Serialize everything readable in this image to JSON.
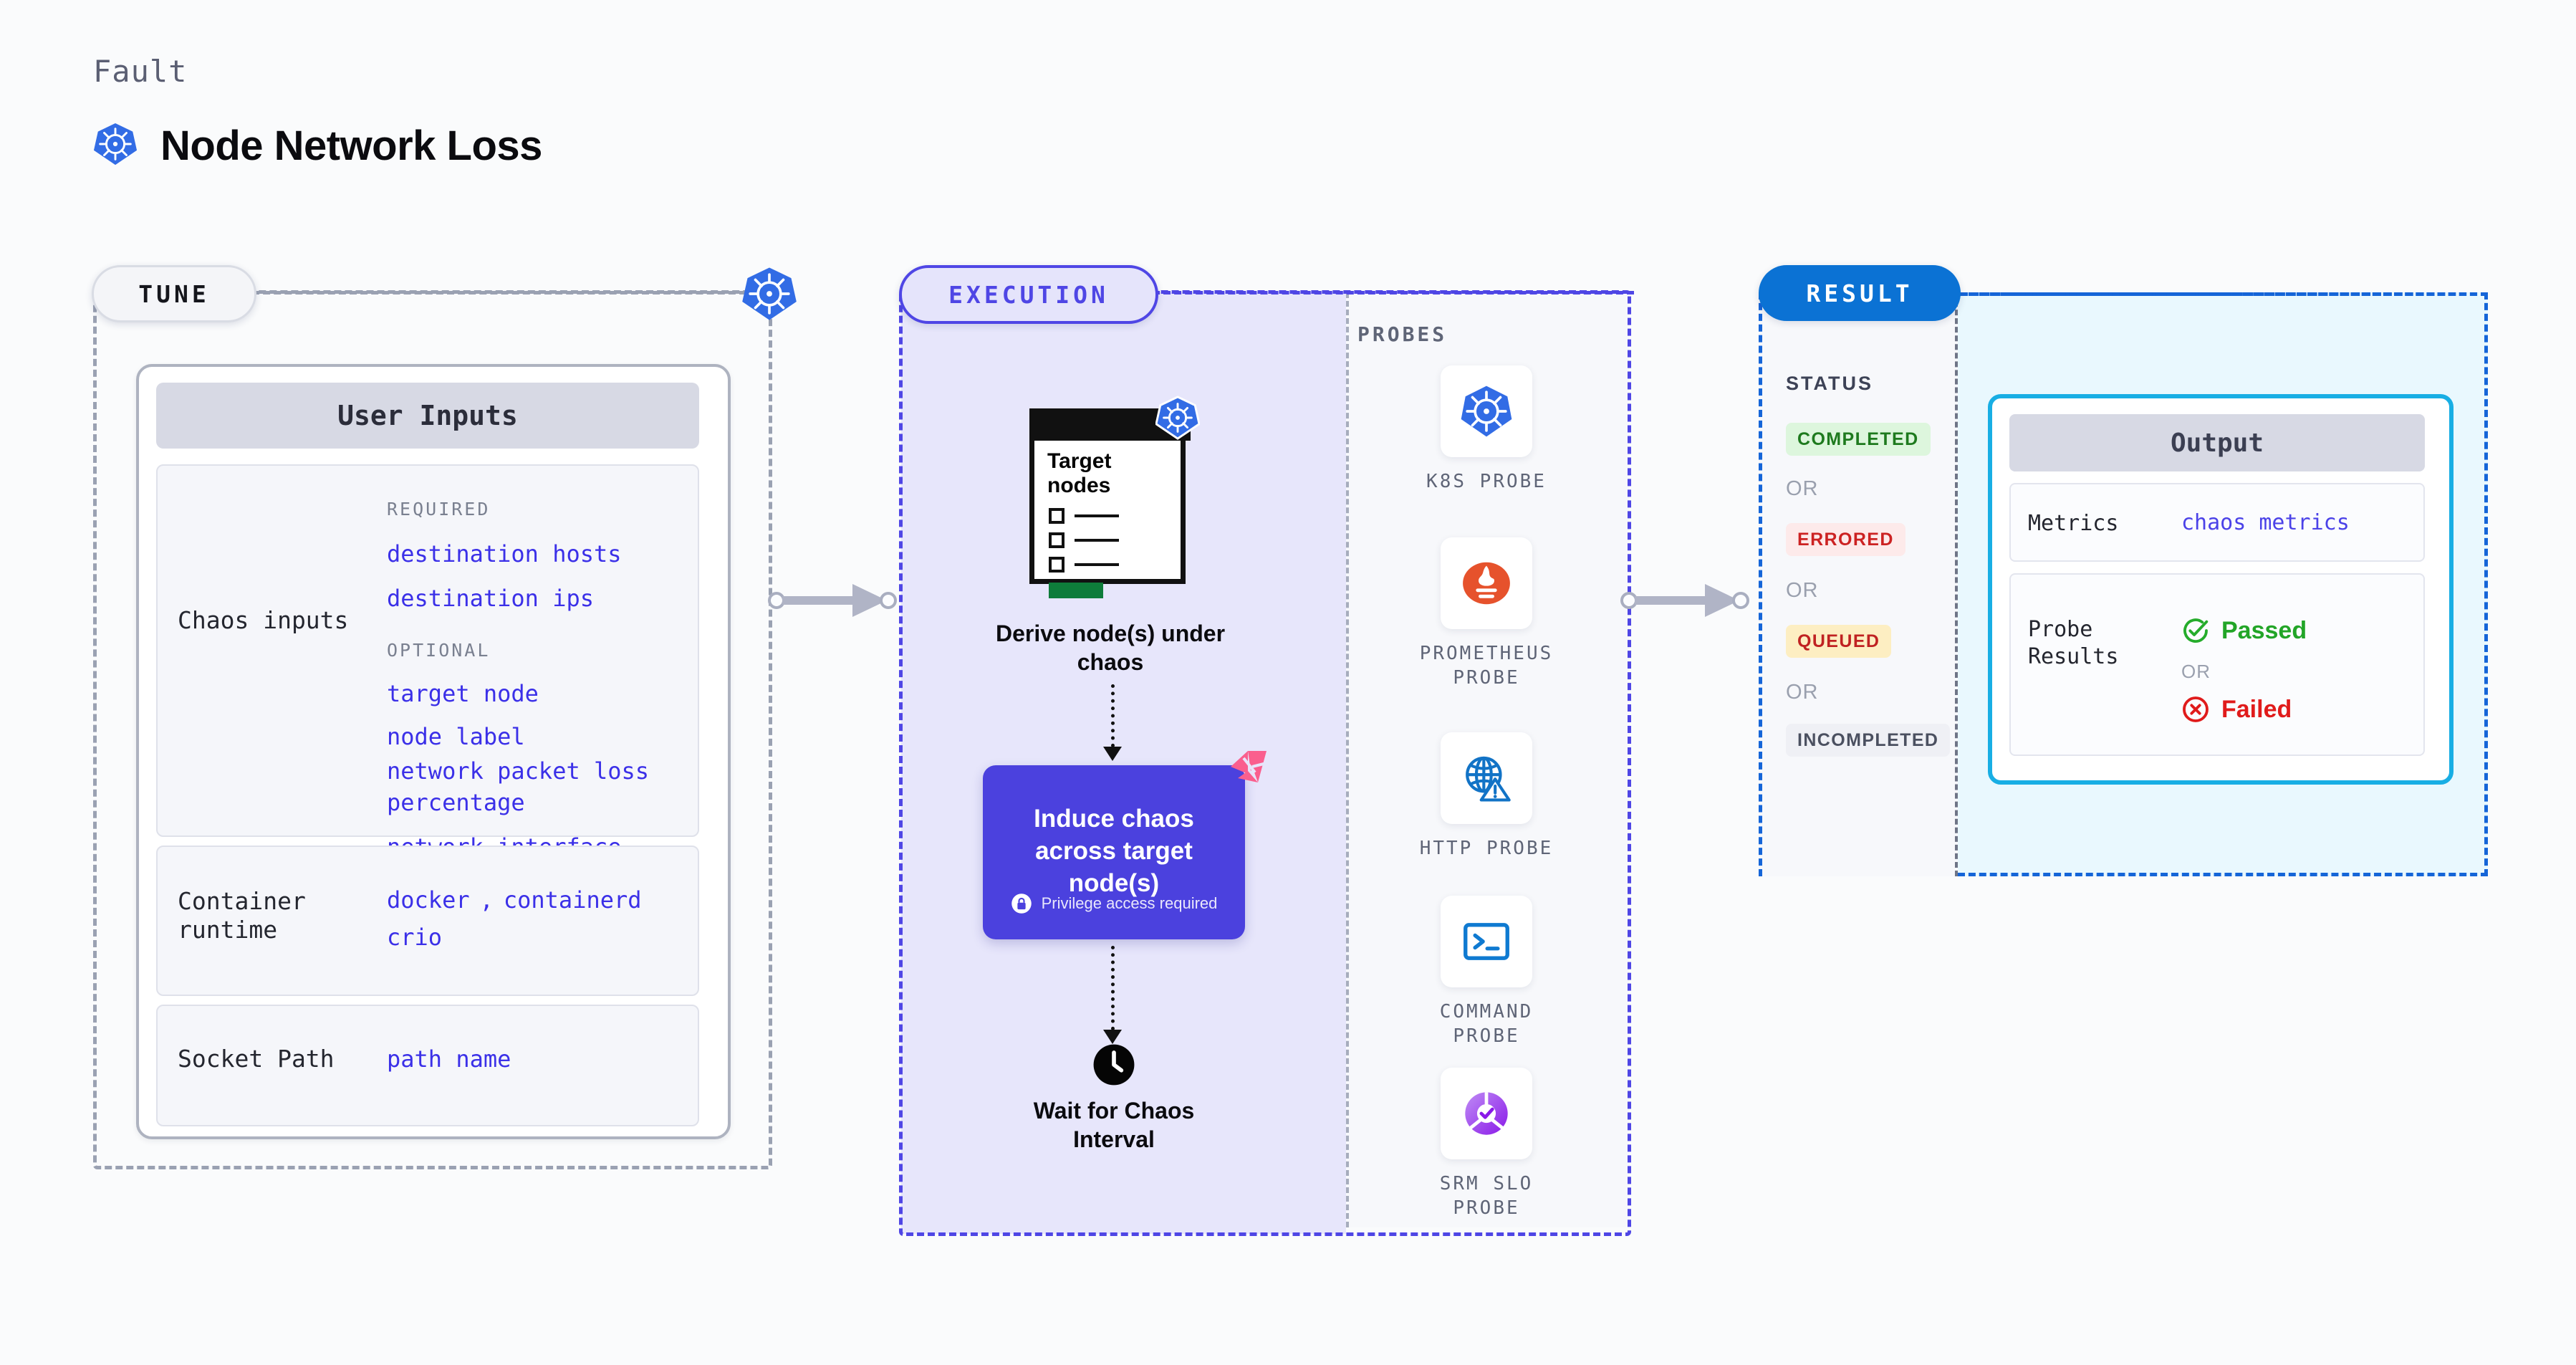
{
  "header": {
    "eyebrow": "Fault",
    "title": "Node Network Loss",
    "icon": "kubernetes-icon"
  },
  "tune": {
    "pill_label": "TUNE",
    "badge_icon": "kubernetes-icon",
    "card_title": "User Inputs",
    "sections": [
      {
        "label": "Chaos inputs",
        "groups": [
          {
            "kicker": "REQUIRED",
            "values": [
              "destination hosts",
              "destination ips"
            ]
          },
          {
            "kicker": "OPTIONAL",
            "values": [
              "target node",
              "node label",
              "network packet loss percentage",
              "network interface"
            ]
          }
        ]
      },
      {
        "label": "Container runtime",
        "values": [
          "docker",
          ",",
          "containerd",
          "crio"
        ]
      },
      {
        "label": "Socket Path",
        "values": [
          "path name"
        ]
      }
    ]
  },
  "execution": {
    "pill_label": "EXECUTION",
    "target_card": {
      "title": "Target nodes",
      "badge_icon": "kubernetes-icon",
      "rows": 3,
      "button_color": "#0e7c3a"
    },
    "derive_label": "Derive node(s) under chaos",
    "chaos_box": {
      "text": "Induce chaos across target node(s)",
      "privilege_note": "Privilege access required",
      "privilege_icon": "lock-icon",
      "brand_icon": "harness-logo-icon",
      "color": "#4b41de"
    },
    "wait": {
      "icon": "clock-icon",
      "label": "Wait for Chaos Interval"
    },
    "probes_title": "PROBES",
    "probes": [
      {
        "label": "K8S PROBE",
        "icon": "kubernetes-icon"
      },
      {
        "label": "PROMETHEUS PROBE",
        "icon": "prometheus-icon"
      },
      {
        "label": "HTTP PROBE",
        "icon": "globe-warning-icon"
      },
      {
        "label": "COMMAND PROBE",
        "icon": "terminal-icon"
      },
      {
        "label": "SRM SLO PROBE",
        "icon": "srm-slo-icon"
      }
    ]
  },
  "result": {
    "pill_label": "RESULT",
    "status_title": "STATUS",
    "or_label": "OR",
    "statuses": [
      {
        "label": "COMPLETED",
        "bg": "#ddf6dd",
        "fg": "#1e7a1e"
      },
      {
        "label": "ERRORED",
        "bg": "#fdeaea",
        "fg": "#cc2222"
      },
      {
        "label": "QUEUED",
        "bg": "#fdeec2",
        "fg": "#c02222"
      },
      {
        "label": "INCOMPLETED",
        "bg": "#eff0f5",
        "fg": "#4b5060"
      }
    ],
    "output": {
      "title": "Output",
      "metrics_label": "Metrics",
      "metrics_value": "chaos metrics",
      "probe_results_label": "Probe Results",
      "passed_label": "Passed",
      "failed_label": "Failed",
      "or_label": "OR",
      "passed_icon": "check-circle-icon",
      "failed_icon": "x-circle-icon"
    }
  },
  "connectors": [
    {
      "name": "tune-to-execution"
    },
    {
      "name": "execution-to-result"
    }
  ]
}
